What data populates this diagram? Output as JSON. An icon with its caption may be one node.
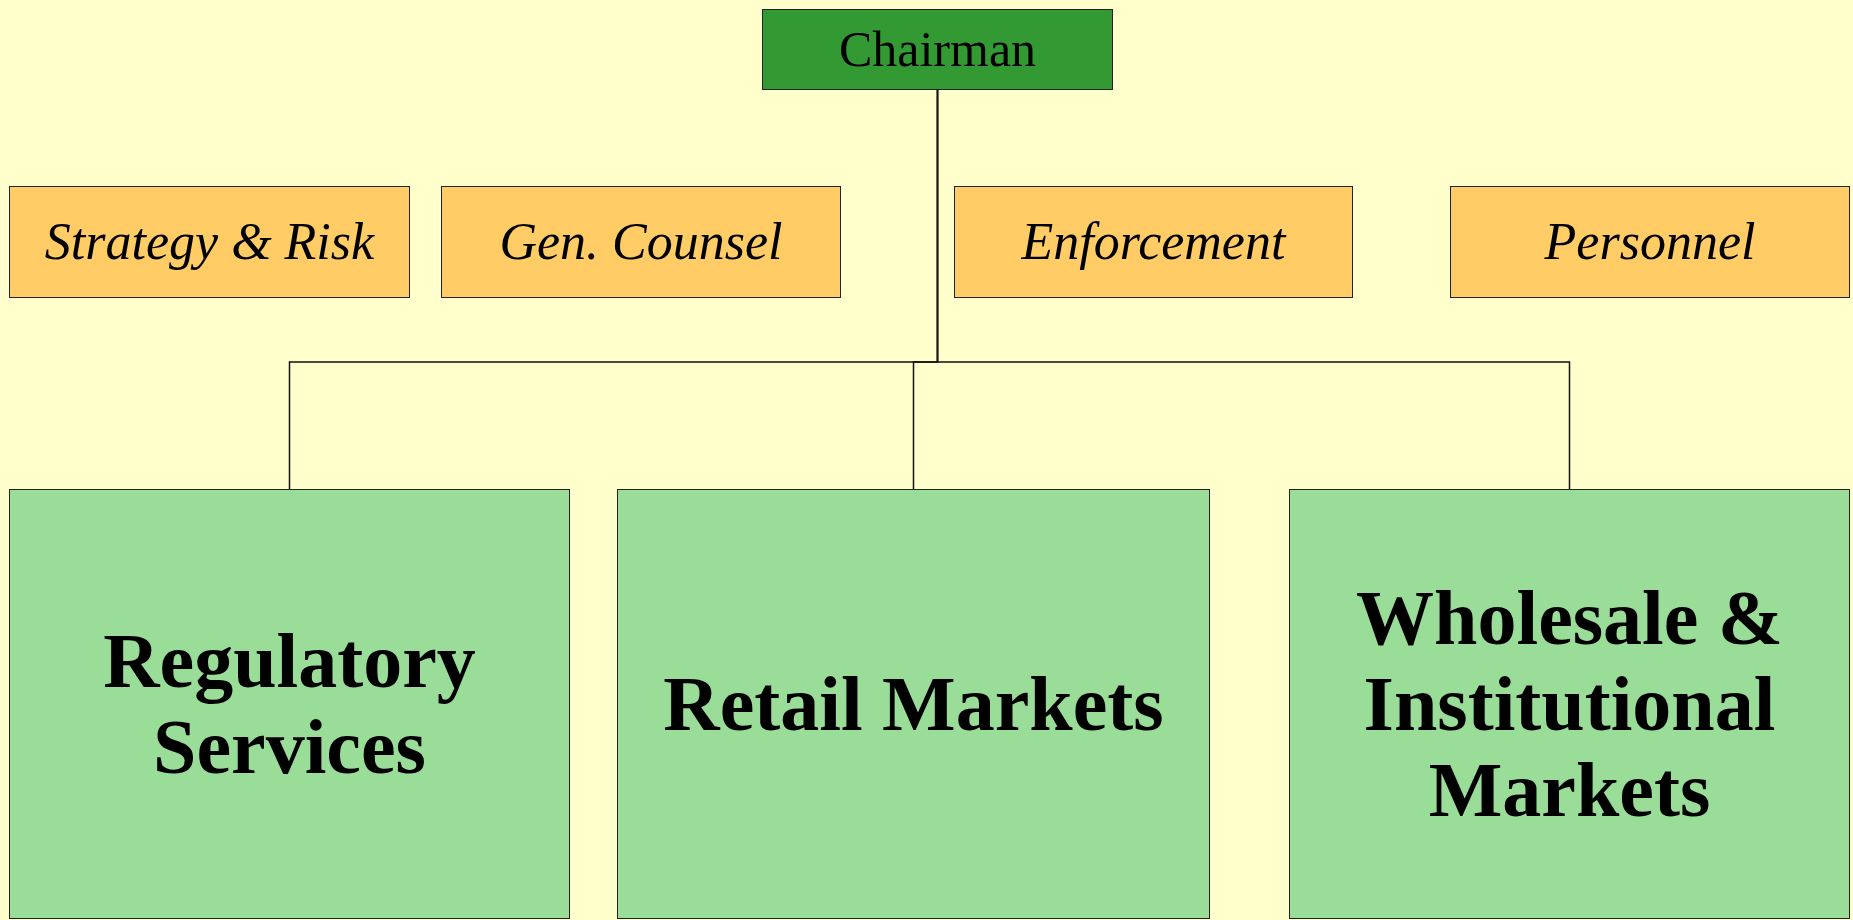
{
  "diagram": {
    "nodes": [
      {
        "text": [
          "Chairman"
        ]
      },
      {
        "text": [
          "Strategy & Risk"
        ]
      },
      {
        "text": [
          "Gen. Counsel"
        ]
      },
      {
        "text": [
          "Enforcement"
        ]
      },
      {
        "text": [
          "Personnel"
        ]
      },
      {
        "text": [
          "Regulatory Services"
        ]
      },
      {
        "text": [
          "Retail Markets"
        ]
      },
      {
        "text": [
          "Wholesale & Institutional Markets"
        ]
      }
    ],
    "edges": [
      {
        "from": 0,
        "to": 5,
        "arrow": "none"
      },
      {
        "from": 0,
        "to": 6,
        "arrow": "none"
      },
      {
        "from": 0,
        "to": 7,
        "arrow": "none"
      }
    ]
  }
}
